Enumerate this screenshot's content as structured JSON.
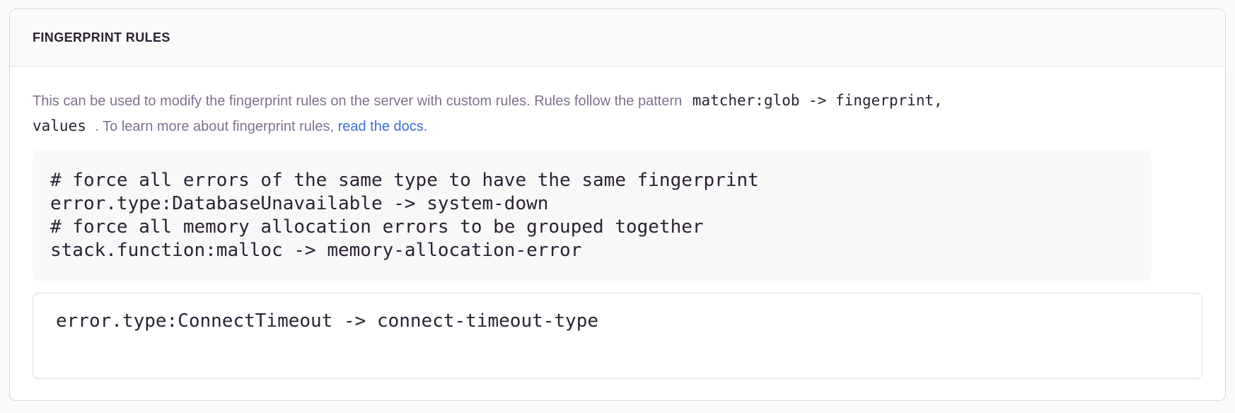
{
  "colors": {
    "page_bg": "#FAFAFC",
    "panel_bg": "#FFFFFF",
    "panel_border": "#DAD7DF",
    "header_bg": "#FAFAFB",
    "header_border": "#E0DDE4",
    "title_text": "#2B2233",
    "body_text": "#80708F",
    "code_text": "#2B2233",
    "link_text": "#3D6FD8",
    "example_block_bg": "#F8F8F9",
    "input_border": "#DFDCE4"
  },
  "panel": {
    "title": "FINGERPRINT RULES",
    "description": {
      "line1_text": "This can be used to modify the fingerprint rules on the server with custom rules. Rules follow the pattern",
      "line1_code": "matcher:glob -> fingerprint,",
      "line2_code": "values",
      "line2_text": ". To learn more about fingerprint rules,",
      "link_label": "read the docs."
    },
    "example_rules": "# force all errors of the same type to have the same fingerprint\nerror.type:DatabaseUnavailable -> system-down\n# force all memory allocation errors to be grouped together\nstack.function:malloc -> memory-allocation-error",
    "input": {
      "value": "error.type:ConnectTimeout -> connect-timeout-type"
    }
  }
}
